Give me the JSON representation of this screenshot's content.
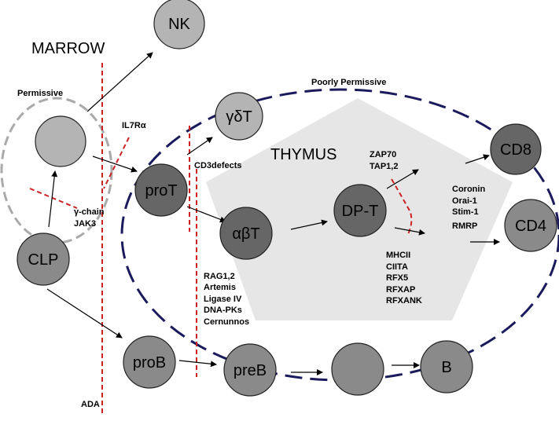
{
  "regions": {
    "marrow": "MARROW",
    "thymus": "THYMUS",
    "permissive": "Permissive",
    "poorly_permissive": "Poorly Permissive"
  },
  "nodes": {
    "nk": "NK",
    "hsc": "",
    "clp": "CLP",
    "prot": "proT",
    "gdt": "γδT",
    "abt": "αβT",
    "dpt": "DP-T",
    "cd8": "CD8",
    "cd4": "CD4",
    "prob": "proB",
    "preb": "preB",
    "immature_b": "",
    "b": "B"
  },
  "defects": {
    "il7ra": "IL7Rα",
    "gamma_chain": "γ-chain",
    "jak3": "JAK3",
    "cd3": "CD3defects",
    "zap70": "ZAP70",
    "tap": "TAP1,2",
    "rag": [
      "RAG1,2",
      "Artemis",
      "Ligase IV",
      "DNA-PKs",
      "Cernunnos"
    ],
    "mhc": [
      "MHCII",
      "CIITA",
      "RFX5",
      "RFXAP",
      "RFXANK"
    ],
    "cd4_factors": [
      "Coronin",
      "Orai-1",
      "Stim-1",
      "RMRP"
    ],
    "ada": "ADA"
  },
  "colors": {
    "defect_line": "#cc2222",
    "thymus_ellipse": "#1a1a5c",
    "permissive_ellipse": "#aaaaaa",
    "pentagon_fill": "#e6e6e6",
    "light_cell": "#b4b4b4",
    "mid_cell": "#8a8a8a",
    "dark_cell": "#666666"
  }
}
